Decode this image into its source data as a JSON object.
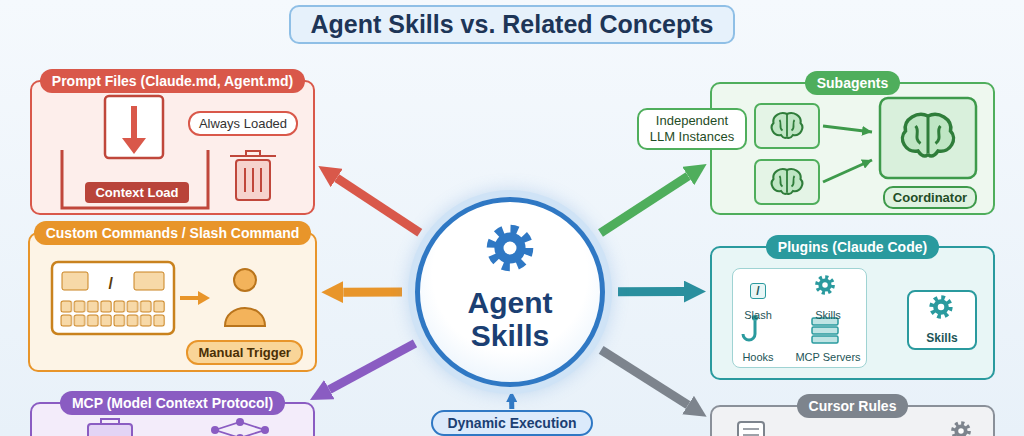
{
  "diagram": {
    "title": "Agent Skills vs. Related Concepts",
    "nodes": [
      {
        "text": [
          "Prompt Files (Claude.md, Agent.md)"
        ]
      },
      {
        "text": [
          "Always Loaded"
        ],
        "in": 0
      },
      {
        "text": [
          "Context Load"
        ],
        "in": 0
      },
      {
        "text": [
          "Subagents"
        ]
      },
      {
        "text": [
          "Independent LLM Instances"
        ],
        "in": 3
      },
      {
        "text": [
          "Coordinator"
        ],
        "in": 3
      },
      {
        "text": [
          "Agent Skills"
        ]
      },
      {
        "text": [
          "Custom Commands / Slash Command"
        ]
      },
      {
        "text": [
          "/"
        ],
        "in": 7
      },
      {
        "text": [
          "Manual Trigger"
        ],
        "in": 7
      },
      {
        "text": [
          "Plugins (Claude Code)"
        ]
      },
      {
        "text": [
          "/",
          "Slash",
          "Skills",
          "Hooks",
          "MCP Servers"
        ],
        "in": 10
      },
      {
        "text": [
          "Skills"
        ],
        "in": 10
      },
      {
        "text": [
          "MCP (Model Context Protocol)"
        ]
      },
      {
        "text": [
          "Dynamic Execution"
        ]
      },
      {
        "text": [
          "Cursor Rules"
        ]
      }
    ],
    "edges": [
      {
        "from": 6,
        "to": 0,
        "arrow": "to"
      },
      {
        "from": 6,
        "to": 3,
        "arrow": "to"
      },
      {
        "from": 6,
        "to": 7,
        "arrow": "to"
      },
      {
        "from": 6,
        "to": 10,
        "arrow": "to"
      },
      {
        "from": 6,
        "to": 13,
        "arrow": "to"
      },
      {
        "from": 6,
        "to": 15,
        "arrow": "to"
      },
      {
        "from": 14,
        "to": 6,
        "arrow": "to"
      },
      {
        "from": 11,
        "to": 12,
        "arrow": "to"
      }
    ]
  }
}
